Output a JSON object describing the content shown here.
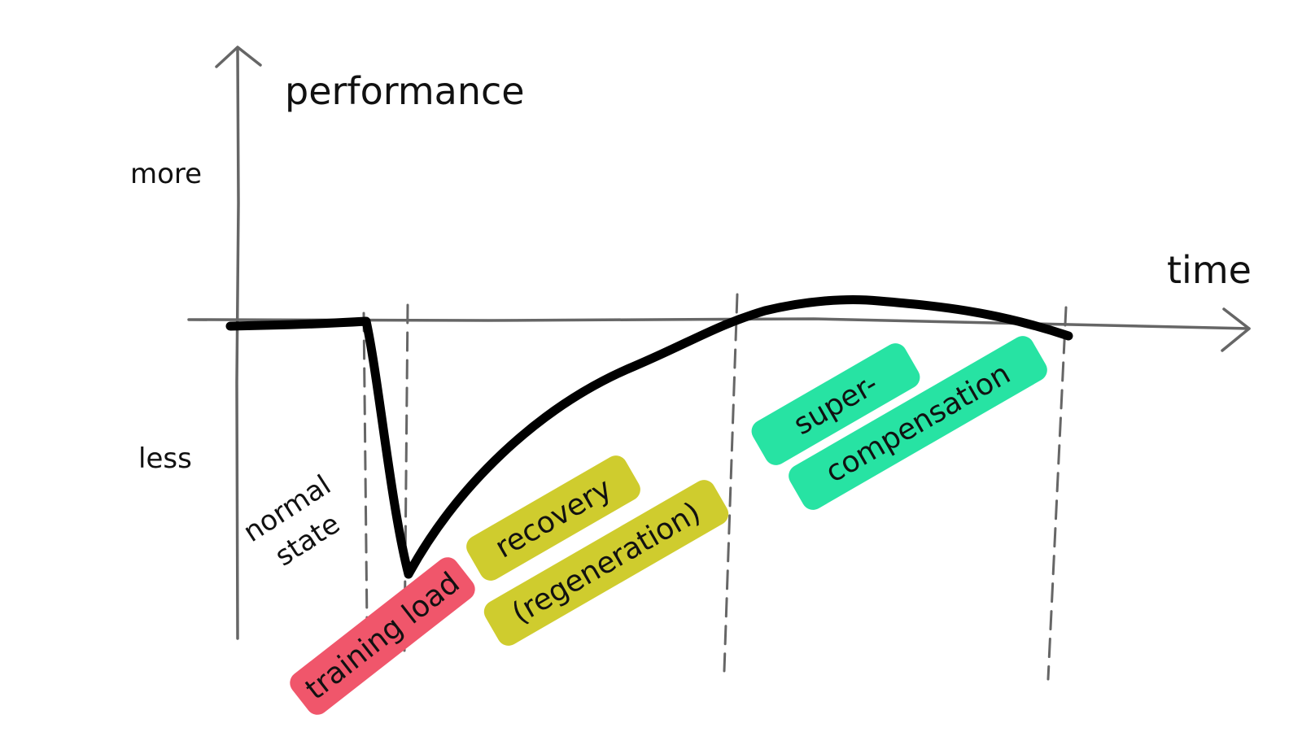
{
  "axes": {
    "y_title": "performance",
    "x_title": "time",
    "y_high_label": "more",
    "y_low_label": "less"
  },
  "phases": {
    "normal_line1": "normal",
    "normal_line2": "state",
    "training": "training load",
    "recovery_line1": "recovery",
    "recovery_line2": "(regeneration)",
    "super_line1": "super-",
    "super_line2": "compensation"
  },
  "colors": {
    "training": "#f0566b",
    "recovery": "#cfcc2e",
    "supercompensation": "#27e3a3",
    "curve": "#000000",
    "axis": "#666666"
  }
}
